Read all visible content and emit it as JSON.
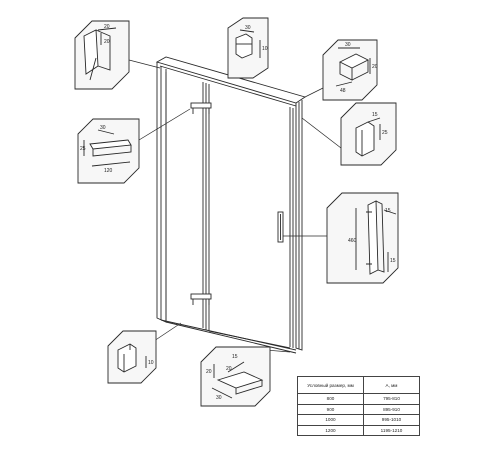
{
  "callouts": {
    "top_left_profile": {
      "dim_a": "20",
      "dim_b": "20"
    },
    "top_center_profile": {
      "dim_a": "30",
      "dim_b": "10"
    },
    "top_right_bracket": {
      "dim_a": "30",
      "dim_b": "20",
      "dim_c": "48"
    },
    "mid_left_hinge": {
      "dim_a": "30",
      "dim_b": "25",
      "dim_c": "120"
    },
    "mid_right_profile": {
      "dim_a": "15",
      "dim_b": "25"
    },
    "handle": {
      "dim_a": "15",
      "dim_b": "460",
      "dim_c": "15"
    },
    "bottom_left_profile": {
      "dim_a": "10"
    },
    "bottom_center_sill": {
      "dim_a": "15",
      "dim_b": "20",
      "dim_c": "20",
      "dim_d": "30"
    }
  },
  "size_table": {
    "header_size": "Условный размер, мм",
    "header_a": "А, мм",
    "rows": [
      {
        "size": "800",
        "range": "795-810"
      },
      {
        "size": "900",
        "range": "895-910"
      },
      {
        "size": "1000",
        "range": "995-1010"
      },
      {
        "size": "1200",
        "range": "1195-1210"
      }
    ]
  },
  "colors": {
    "line": "#2a2a2a",
    "callout_bg": "#f7f7f7"
  }
}
